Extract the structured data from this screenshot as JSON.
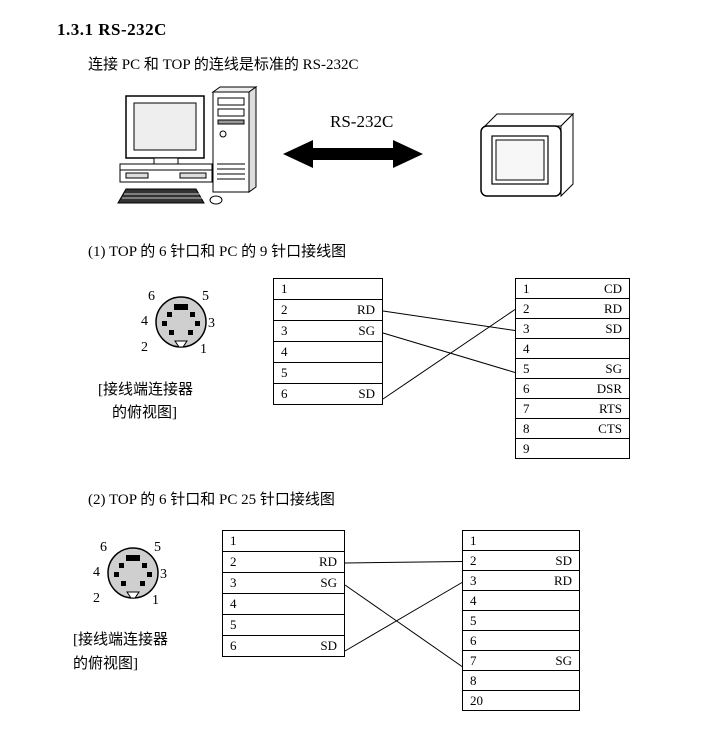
{
  "page": {
    "heading": "1.3.1  RS-232C",
    "intro": "连接 PC  和  TOP  的连线是标准的 RS-232C",
    "arrow_label": "RS-232C"
  },
  "colors": {
    "connector_fill": "#cfcfcf",
    "line_color": "#000000",
    "arrow_color": "#000000"
  },
  "section1": {
    "title": "(1) TOP 的 6 针口和 PC 的  9 针口接线图",
    "caption1": "[接线端连接器",
    "caption2": "的俯视图]",
    "connector_pins": [
      "6",
      "5",
      "4",
      "3",
      "2",
      "1"
    ],
    "left_table": [
      {
        "pin": "1",
        "label": ""
      },
      {
        "pin": "2",
        "label": "RD"
      },
      {
        "pin": "3",
        "label": "SG"
      },
      {
        "pin": "4",
        "label": ""
      },
      {
        "pin": "5",
        "label": ""
      },
      {
        "pin": "6",
        "label": "SD"
      }
    ],
    "right_table": [
      {
        "pin": "1",
        "label": "CD"
      },
      {
        "pin": "2",
        "label": "RD"
      },
      {
        "pin": "3",
        "label": "SD"
      },
      {
        "pin": "4",
        "label": ""
      },
      {
        "pin": "5",
        "label": "SG"
      },
      {
        "pin": "6",
        "label": "DSR"
      },
      {
        "pin": "7",
        "label": "RTS"
      },
      {
        "pin": "8",
        "label": "CTS"
      },
      {
        "pin": "9",
        "label": ""
      }
    ],
    "connections": [
      [
        "2",
        "3"
      ],
      [
        "3",
        "5"
      ],
      [
        "6",
        "2"
      ]
    ]
  },
  "section2": {
    "title": "(2) TOP 的 6 针口和 PC  25 针口接线图",
    "caption1": "[接线端连接器",
    "caption2": "的俯视图]",
    "connector_pins": [
      "6",
      "5",
      "4",
      "3",
      "2",
      "1"
    ],
    "left_table": [
      {
        "pin": "1",
        "label": ""
      },
      {
        "pin": "2",
        "label": "RD"
      },
      {
        "pin": "3",
        "label": "SG"
      },
      {
        "pin": "4",
        "label": ""
      },
      {
        "pin": "5",
        "label": ""
      },
      {
        "pin": "6",
        "label": "SD"
      }
    ],
    "right_table": [
      {
        "pin": "1",
        "label": ""
      },
      {
        "pin": "2",
        "label": "SD"
      },
      {
        "pin": "3",
        "label": "RD"
      },
      {
        "pin": "4",
        "label": ""
      },
      {
        "pin": "5",
        "label": ""
      },
      {
        "pin": "6",
        "label": ""
      },
      {
        "pin": "7",
        "label": "SG"
      },
      {
        "pin": "8",
        "label": ""
      },
      {
        "pin": "20",
        "label": ""
      }
    ],
    "connections": [
      [
        "2",
        "2"
      ],
      [
        "3",
        "7"
      ],
      [
        "6",
        "3"
      ]
    ]
  }
}
